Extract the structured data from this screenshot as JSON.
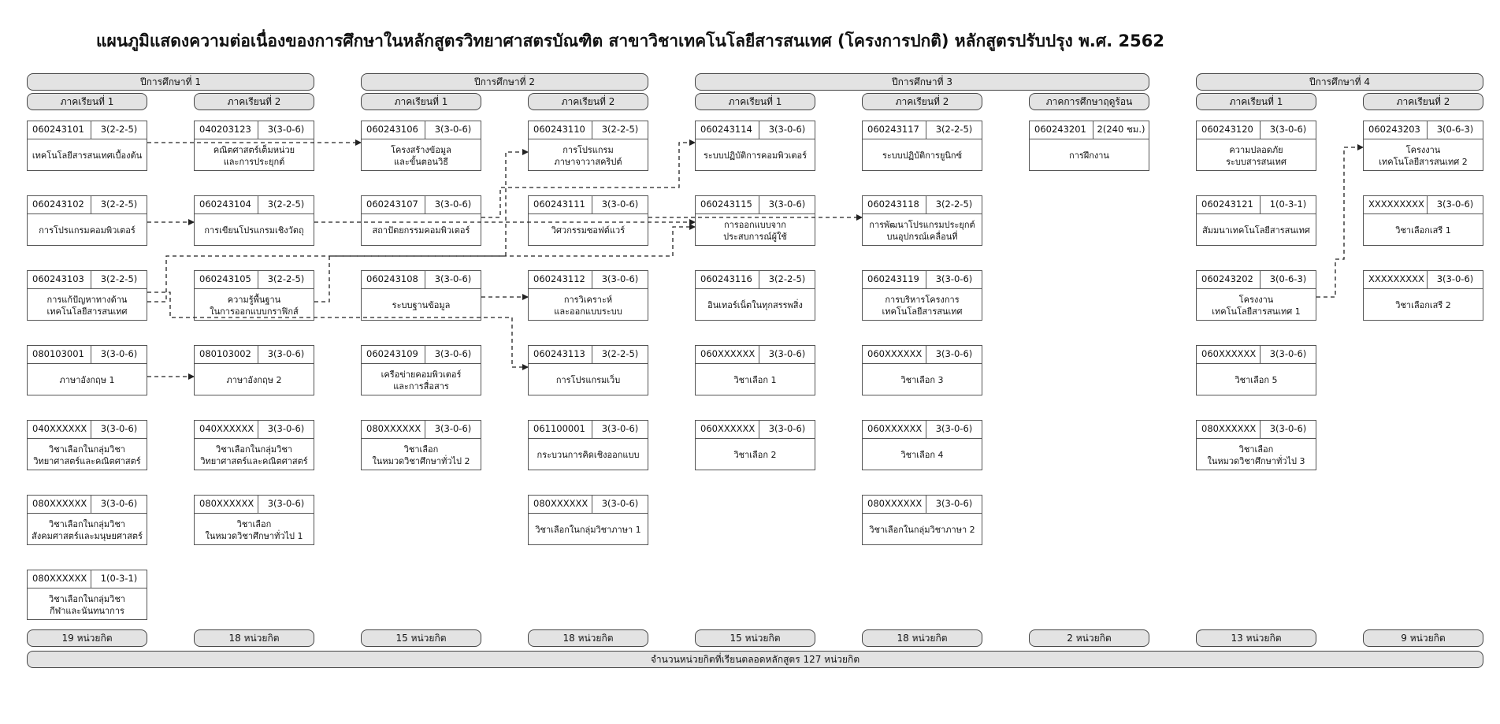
{
  "title": "แผนภูมิแสดงความต่อเนื่องของการศึกษาในหลักสูตรวิทยาศาสตรบัณฑิต สาขาวิชาเทคโนโลยีสารสนเทศ (โครงการปกติ) หลักสูตรปรับปรุง พ.ศ. 2562",
  "years": [
    "ปีการศึกษาที่ 1",
    "ปีการศึกษาที่ 2",
    "ปีการศึกษาที่ 3",
    "ปีการศึกษาที่ 4"
  ],
  "semesters": [
    "ภาคเรียนที่ 1",
    "ภาคเรียนที่ 2",
    "ภาคเรียนที่ 1",
    "ภาคเรียนที่ 2",
    "ภาคเรียนที่ 1",
    "ภาคเรียนที่ 2",
    "ภาคการศึกษาฤดูร้อน",
    "ภาคเรียนที่ 1",
    "ภาคเรียนที่ 2"
  ],
  "credits": [
    "19 หน่วยกิต",
    "18 หน่วยกิต",
    "15 หน่วยกิต",
    "18 หน่วยกิต",
    "15 หน่วยกิต",
    "18 หน่วยกิต",
    "2 หน่วยกิต",
    "13 หน่วยกิต",
    "9 หน่วยกิต"
  ],
  "total": "จำนวนหน่วยกิตที่เรียนตลอดหลักสูตร  127  หน่วยกิต",
  "courses": [
    [
      {
        "code": "060243101",
        "credit": "3(2-2-5)",
        "name": "เทคโนโลยีสารสนเทศเบื้องต้น"
      },
      {
        "code": "060243102",
        "credit": "3(2-2-5)",
        "name": "การโปรแกรมคอมพิวเตอร์"
      },
      {
        "code": "060243103",
        "credit": "3(2-2-5)",
        "name": "การแก้ปัญหาทางด้าน\nเทคโนโลยีสารสนเทศ"
      },
      {
        "code": "080103001",
        "credit": "3(3-0-6)",
        "name": "ภาษาอังกฤษ 1"
      },
      {
        "code": "040XXXXXX",
        "credit": "3(3-0-6)",
        "name": "วิชาเลือกในกลุ่มวิชา\nวิทยาศาสตร์และคณิตศาสตร์"
      },
      {
        "code": "080XXXXXX",
        "credit": "3(3-0-6)",
        "name": "วิชาเลือกในกลุ่มวิชา\nสังคมศาสตร์และมนุษยศาสตร์"
      },
      {
        "code": "080XXXXXX",
        "credit": "1(0-3-1)",
        "name": "วิชาเลือกในกลุ่มวิชา\nกีฬาและนันทนาการ"
      }
    ],
    [
      {
        "code": "040203123",
        "credit": "3(3-0-6)",
        "name": "คณิตศาสตร์เต็มหน่วย\nและการประยุกต์"
      },
      {
        "code": "060243104",
        "credit": "3(2-2-5)",
        "name": "การเขียนโปรแกรมเชิงวัตถุ"
      },
      {
        "code": "060243105",
        "credit": "3(2-2-5)",
        "name": "ความรู้พื้นฐาน\nในการออกแบบกราฟิกส์"
      },
      {
        "code": "080103002",
        "credit": "3(3-0-6)",
        "name": "ภาษาอังกฤษ 2"
      },
      {
        "code": "040XXXXXX",
        "credit": "3(3-0-6)",
        "name": "วิชาเลือกในกลุ่มวิชา\nวิทยาศาสตร์และคณิตศาสตร์"
      },
      {
        "code": "080XXXXXX",
        "credit": "3(3-0-6)",
        "name": "วิชาเลือก\nในหมวดวิชาศึกษาทั่วไป 1"
      }
    ],
    [
      {
        "code": "060243106",
        "credit": "3(3-0-6)",
        "name": "โครงสร้างข้อมูล\nและขั้นตอนวิธี"
      },
      {
        "code": "060243107",
        "credit": "3(3-0-6)",
        "name": "สถาปัตยกรรมคอมพิวเตอร์"
      },
      {
        "code": "060243108",
        "credit": "3(3-0-6)",
        "name": "ระบบฐานข้อมูล"
      },
      {
        "code": "060243109",
        "credit": "3(3-0-6)",
        "name": "เครือข่ายคอมพิวเตอร์\nและการสื่อสาร"
      },
      {
        "code": "080XXXXXX",
        "credit": "3(3-0-6)",
        "name": "วิชาเลือก\nในหมวดวิชาศึกษาทั่วไป 2"
      }
    ],
    [
      {
        "code": "060243110",
        "credit": "3(2-2-5)",
        "name": "การโปรแกรม\nภาษาจาวาสคริปต์"
      },
      {
        "code": "060243111",
        "credit": "3(3-0-6)",
        "name": "วิศวกรรมซอฟต์แวร์"
      },
      {
        "code": "060243112",
        "credit": "3(3-0-6)",
        "name": "การวิเคราะห์\nและออกแบบระบบ"
      },
      {
        "code": "060243113",
        "credit": "3(2-2-5)",
        "name": "การโปรแกรมเว็บ"
      },
      {
        "code": "061100001",
        "credit": "3(3-0-6)",
        "name": "กระบวนการคิดเชิงออกแบบ"
      },
      {
        "code": "080XXXXXX",
        "credit": "3(3-0-6)",
        "name": "วิชาเลือกในกลุ่มวิชาภาษา 1"
      }
    ],
    [
      {
        "code": "060243114",
        "credit": "3(3-0-6)",
        "name": "ระบบปฏิบัติการคอมพิวเตอร์"
      },
      {
        "code": "060243115",
        "credit": "3(3-0-6)",
        "name": "การออกแบบจาก\nประสบการณ์ผู้ใช้"
      },
      {
        "code": "060243116",
        "credit": "3(2-2-5)",
        "name": "อินเทอร์เน็ตในทุกสรรพสิ่ง"
      },
      {
        "code": "060XXXXXX",
        "credit": "3(3-0-6)",
        "name": "วิชาเลือก 1"
      },
      {
        "code": "060XXXXXX",
        "credit": "3(3-0-6)",
        "name": "วิชาเลือก 2"
      }
    ],
    [
      {
        "code": "060243117",
        "credit": "3(2-2-5)",
        "name": "ระบบปฏิบัติการยูนิกซ์"
      },
      {
        "code": "060243118",
        "credit": "3(2-2-5)",
        "name": "การพัฒนาโปรแกรมประยุกต์\nบนอุปกรณ์เคลื่อนที่"
      },
      {
        "code": "060243119",
        "credit": "3(3-0-6)",
        "name": "การบริหารโครงการ\nเทคโนโลยีสารสนเทศ"
      },
      {
        "code": "060XXXXXX",
        "credit": "3(3-0-6)",
        "name": "วิชาเลือก 3"
      },
      {
        "code": "060XXXXXX",
        "credit": "3(3-0-6)",
        "name": "วิชาเลือก 4"
      },
      {
        "code": "080XXXXXX",
        "credit": "3(3-0-6)",
        "name": "วิชาเลือกในกลุ่มวิชาภาษา 2"
      }
    ],
    [
      {
        "code": "060243201",
        "credit": "2(240 ชม.)",
        "name": "การฝึกงาน"
      }
    ],
    [
      {
        "code": "060243120",
        "credit": "3(3-0-6)",
        "name": "ความปลอดภัย\nระบบสารสนเทศ"
      },
      {
        "code": "060243121",
        "credit": "1(0-3-1)",
        "name": "สัมมนาเทคโนโลยีสารสนเทศ"
      },
      {
        "code": "060243202",
        "credit": "3(0-6-3)",
        "name": "โครงงาน\nเทคโนโลยีสารสนเทศ 1"
      },
      {
        "code": "060XXXXXX",
        "credit": "3(3-0-6)",
        "name": "วิชาเลือก 5"
      },
      {
        "code": "080XXXXXX",
        "credit": "3(3-0-6)",
        "name": "วิชาเลือก\nในหมวดวิชาศึกษาทั่วไป 3"
      }
    ],
    [
      {
        "code": "060243203",
        "credit": "3(0-6-3)",
        "name": "โครงงาน\nเทคโนโลยีสารสนเทศ 2"
      },
      {
        "code": "XXXXXXXXX",
        "credit": "3(3-0-6)",
        "name": "วิชาเลือกเสรี 1"
      },
      {
        "code": "XXXXXXXXX",
        "credit": "3(3-0-6)",
        "name": "วิชาเลือกเสรี 2"
      }
    ]
  ],
  "prerequisites": [
    {
      "from": "060243101",
      "to": "060243106"
    },
    {
      "from": "060243102",
      "to": "060243104"
    },
    {
      "from": "060243103",
      "to": "060243110"
    },
    {
      "from": "060243103",
      "to": "060243113"
    },
    {
      "from": "060243104",
      "to": "060243115"
    },
    {
      "from": "060243105",
      "to": "060243115"
    },
    {
      "from": "060243107",
      "to": "060243114"
    },
    {
      "from": "060243108",
      "to": "060243112"
    },
    {
      "from": "080103001",
      "to": "080103002"
    },
    {
      "from": "060243111",
      "to": "060243118"
    },
    {
      "from": "060243202",
      "to": "060243203"
    }
  ]
}
